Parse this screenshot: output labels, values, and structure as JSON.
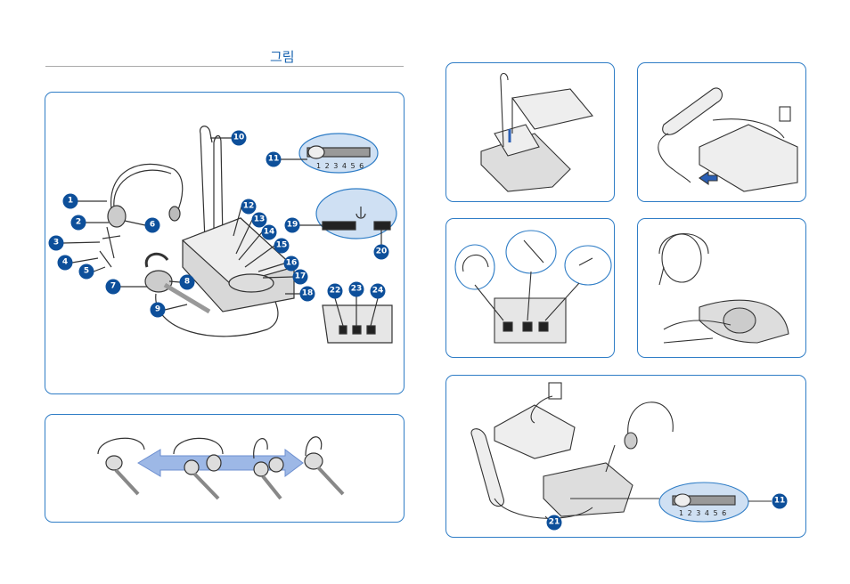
{
  "page": {
    "title": "그림"
  },
  "figure_main": {
    "callouts": [
      "1",
      "2",
      "3",
      "4",
      "5",
      "6",
      "7",
      "8",
      "9",
      "10",
      "11",
      "12",
      "13",
      "14",
      "15",
      "16",
      "17",
      "18",
      "19",
      "20",
      "22",
      "23",
      "24"
    ],
    "scale": "1 2 3 4 5 6"
  },
  "figure_setup": {
    "callouts": [
      "21",
      "11"
    ],
    "scale": "1 2 3 4 5 6"
  },
  "colors": {
    "accent": "#2f7dc6",
    "callout": "#0d4f9a"
  }
}
